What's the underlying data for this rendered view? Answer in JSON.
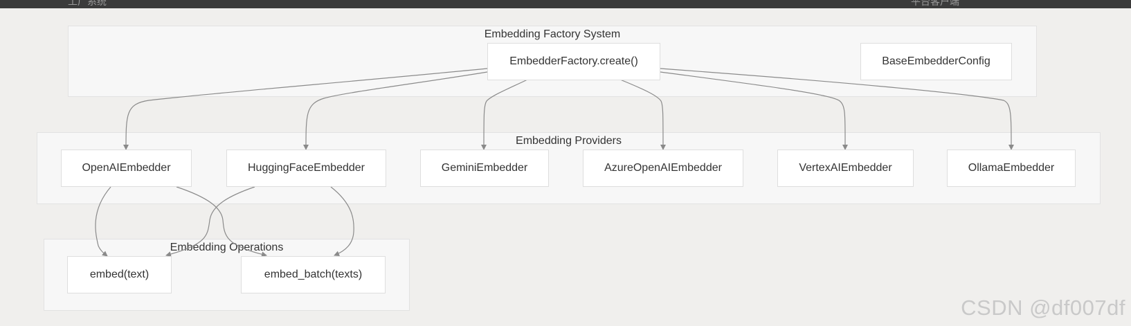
{
  "header": {
    "left_text": "工厂系统",
    "right_text": "平台客户端"
  },
  "clusters": {
    "factory": {
      "title": "Embedding Factory System"
    },
    "providers": {
      "title": "Embedding Providers"
    },
    "operations": {
      "title": "Embedding Operations"
    }
  },
  "nodes": {
    "factory_create": "EmbedderFactory.create()",
    "base_config": "BaseEmbedderConfig",
    "openai": "OpenAIEmbedder",
    "huggingface": "HuggingFaceEmbedder",
    "gemini": "GeminiEmbedder",
    "azure": "AzureOpenAIEmbedder",
    "vertex": "VertexAIEmbedder",
    "ollama": "OllamaEmbedder",
    "embed": "embed(text)",
    "embed_batch": "embed_batch(texts)"
  },
  "watermark": "CSDN @df007df",
  "colors": {
    "background": "#f0efed",
    "cluster_fill": "#f7f7f7",
    "node_fill": "#ffffff",
    "edge": "#8a8a8a"
  }
}
